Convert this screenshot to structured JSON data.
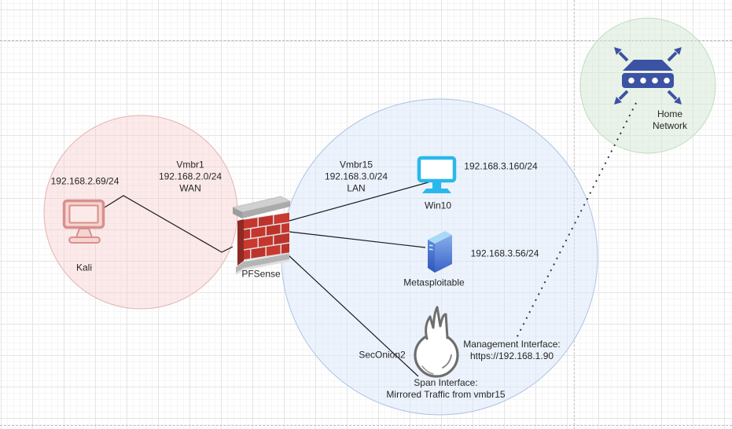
{
  "app": {
    "type": "network-diagram-canvas",
    "grid": "on",
    "page_boundary": "dashed"
  },
  "colors": {
    "wan_zone_fill": "#F8CECC",
    "wan_zone_stroke": "#E2B5B3",
    "lan_zone_fill": "#DAE8FC",
    "lan_zone_stroke": "#AFC3E2",
    "home_zone_fill": "#D5E8D4",
    "home_zone_stroke": "#BFDCBD",
    "kali_icon": "#D8908C",
    "win10_icon": "#29B8EC",
    "server_icon": "#3B66C9",
    "firewall_brick": "#C5372E",
    "home_icon": "#3C52A3",
    "onion_icon": "#6E6E6E"
  },
  "networks": {
    "wan_label": "Vmbr1\n192.168.2.0/24\nWAN",
    "lan_label": "Vmbr15\n192.168.3.0/24\nLAN"
  },
  "nodes": {
    "kali": {
      "name": "Kali",
      "ip": "192.168.2.69/24",
      "icon": "monitor-icon"
    },
    "pfsense": {
      "name": "PFSense",
      "icon": "brick-firewall-icon"
    },
    "win10": {
      "name": "Win10",
      "ip": "192.168.3.160/24",
      "icon": "monitor-icon"
    },
    "metasploitable": {
      "name": "Metasploitable",
      "ip": "192.168.3.56/24",
      "icon": "server-tower-icon"
    },
    "seconion": {
      "name": "SecOnion2",
      "icon": "onion-icon",
      "management_label": "Management Interface:\nhttps://192.168.1.90",
      "span_label": "Span Interface:\nMirrored Traffic from vmbr15"
    },
    "home_network": {
      "name": "Home Network",
      "icon": "switch-with-arrows-icon"
    }
  },
  "edges": [
    {
      "from": "kali",
      "to": "pfsense",
      "style": "solid"
    },
    {
      "from": "pfsense",
      "to": "win10",
      "style": "solid"
    },
    {
      "from": "pfsense",
      "to": "metasploitable",
      "style": "solid"
    },
    {
      "from": "pfsense",
      "to": "seconion",
      "style": "solid"
    },
    {
      "from": "home_network",
      "to": "seconion",
      "style": "dotted"
    }
  ]
}
